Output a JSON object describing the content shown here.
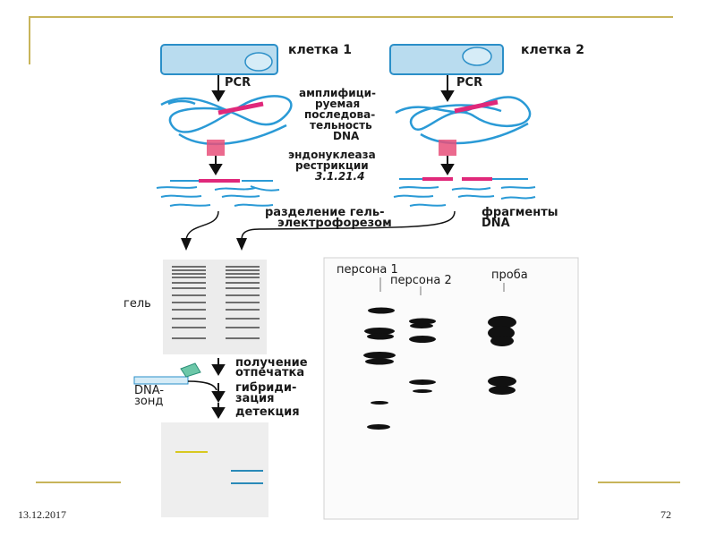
{
  "diagram": {
    "cell_1": "клетка 1",
    "cell_2": "клетка 2",
    "pcr_1": "PCR",
    "pcr_2": "PCR",
    "amplified_sequence": [
      "амплифици-",
      "руемая",
      "последова-",
      "тельность",
      "DNA"
    ],
    "restriction_enzyme": [
      "эндонуклеаза",
      "рестрикции",
      "3.1.21.4"
    ],
    "separation": [
      "разделение гель-",
      "электрофорезом"
    ],
    "fragments": [
      "фрагменты",
      "DNA"
    ],
    "gel": "гель",
    "steps": [
      "получение",
      "отпечатка",
      "гибриди-",
      "зация",
      "детекция"
    ],
    "probe_dna": [
      "DNA-",
      "зонд"
    ],
    "lanes": {
      "person_1": "персона 1",
      "person_2": "персона 2",
      "sample": "проба"
    }
  },
  "footer": {
    "date": "13.12.2017",
    "page": "72"
  },
  "colors": {
    "accent_rule": "#c8b45a",
    "cell_fill": "#b9dcef",
    "cell_border": "#2b8fc8",
    "dna_strand": "#2a9ad6",
    "restriction_site": "#e0287a",
    "enzyme_box": "#e8507a",
    "gel_band": "#333333",
    "hybrid_band_yellow": "#d8c820",
    "hybrid_band_blue": "#2a8ab8"
  }
}
